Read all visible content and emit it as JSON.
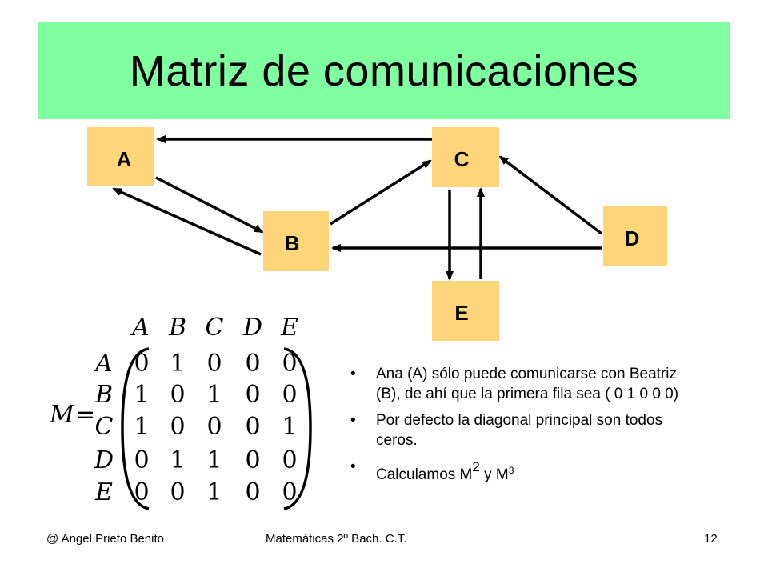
{
  "title": "Matriz de comunicaciones",
  "colors": {
    "title_bg": "#7fff9f",
    "node_bg": "#ffd57a",
    "arrow": "#000000"
  },
  "nodes": [
    {
      "id": "A",
      "label": "A"
    },
    {
      "id": "B",
      "label": "B"
    },
    {
      "id": "C",
      "label": "C"
    },
    {
      "id": "D",
      "label": "D"
    },
    {
      "id": "E",
      "label": "E"
    }
  ],
  "edges": [
    {
      "from": "C",
      "to": "A"
    },
    {
      "from": "A",
      "to": "B"
    },
    {
      "from": "B",
      "to": "A"
    },
    {
      "from": "B",
      "to": "C"
    },
    {
      "from": "D",
      "to": "C"
    },
    {
      "from": "D",
      "to": "B"
    },
    {
      "from": "C",
      "to": "E"
    },
    {
      "from": "E",
      "to": "C"
    }
  ],
  "matrix": {
    "name": "M",
    "equals": "=",
    "col_headers": [
      "A",
      "B",
      "C",
      "D",
      "E"
    ],
    "row_headers": [
      "A",
      "B",
      "C",
      "D",
      "E"
    ],
    "rows": [
      [
        "0",
        "1",
        "0",
        "0",
        "0"
      ],
      [
        "1",
        "0",
        "1",
        "0",
        "0"
      ],
      [
        "1",
        "0",
        "0",
        "0",
        "1"
      ],
      [
        "0",
        "1",
        "1",
        "0",
        "0"
      ],
      [
        "0",
        "0",
        "1",
        "0",
        "0"
      ]
    ]
  },
  "bullets": {
    "b1": "Ana (A) sólo puede comunicarse con Beatriz (B), de ahí que la primera fila sea ( 0  1  0  0  0)",
    "b2": "Por defecto la diagonal principal son todos ceros.",
    "b3_prefix": "Calculamos M",
    "b3_exp1": "2",
    "b3_mid": " y M",
    "b3_exp2": "3"
  },
  "footer": {
    "left": "@  Angel Prieto Benito",
    "center": "Matemáticas 2º  Bach. C.T.",
    "right": "12"
  }
}
